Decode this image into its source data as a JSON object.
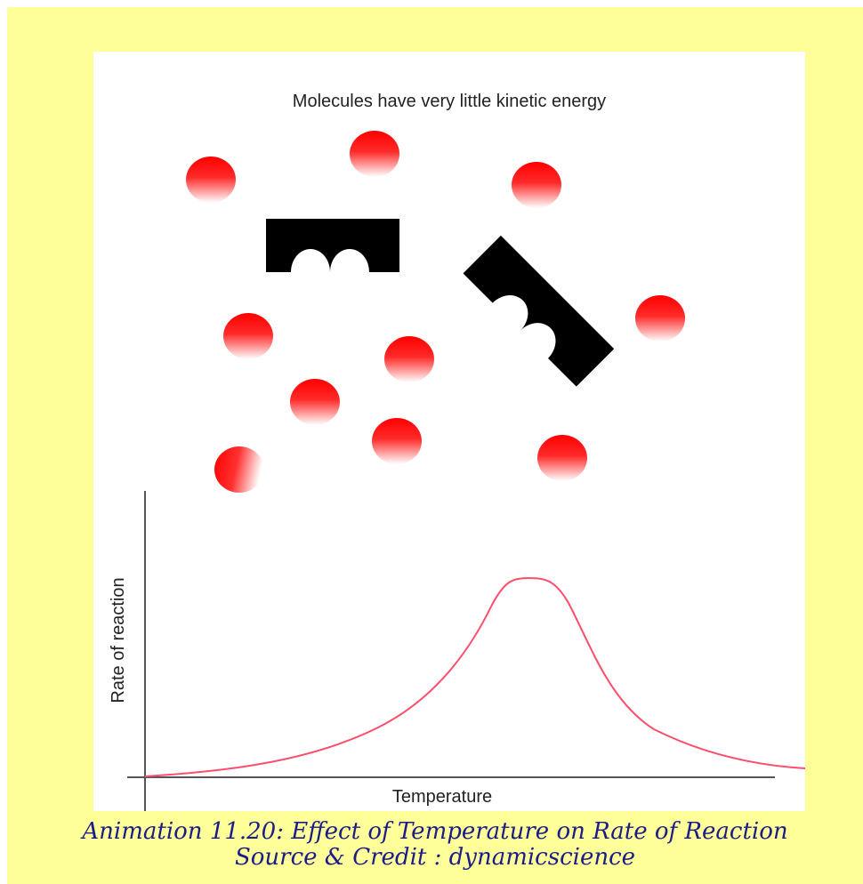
{
  "animation": {
    "header_text": "Molecules have very little kinetic energy",
    "molecule_color": "#ff0000",
    "enzyme_color": "#000000"
  },
  "graph": {
    "ylabel": "Rate of reaction",
    "xlabel": "Temperature",
    "curve_color": "#ff4d6d"
  },
  "caption": {
    "line1": "Animation 11.20: Effect of Temperature on Rate of Reaction",
    "line2": "Source & Credit : dynamicscience"
  }
}
